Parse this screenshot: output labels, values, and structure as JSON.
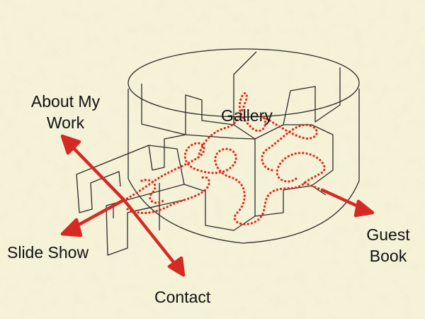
{
  "colors": {
    "background": "#f5f2d8",
    "speckle": "#e7e0b4",
    "outline": "#2b2b2b",
    "path": "#e4261c",
    "arrow": "#d42a23"
  },
  "center": {
    "label": "Gallery"
  },
  "nav": {
    "about": {
      "line1": "About My",
      "line2": "Work"
    },
    "slideshow": {
      "label": "Slide Show"
    },
    "contact": {
      "label": "Contact"
    },
    "guestbook": {
      "line1": "Guest",
      "line2": "Book"
    }
  }
}
